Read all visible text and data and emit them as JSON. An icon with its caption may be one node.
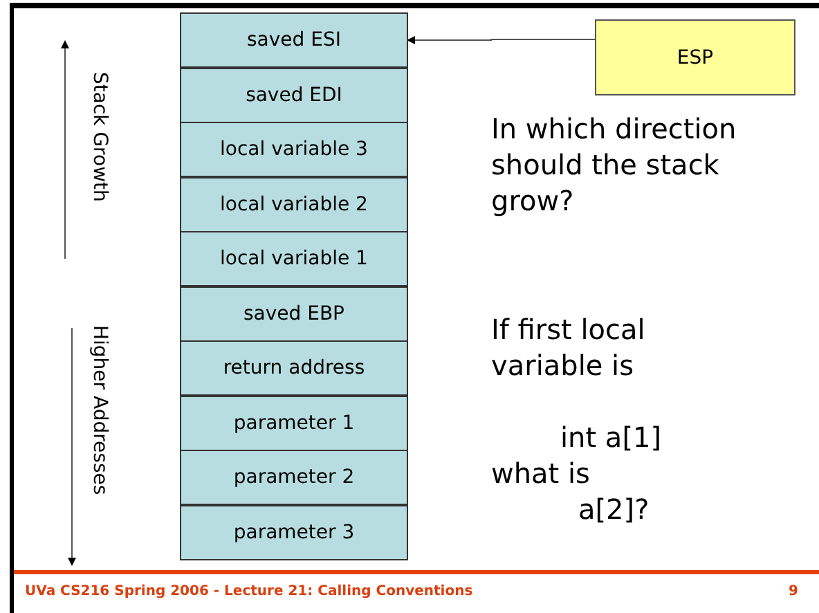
{
  "diagram": {
    "nodes": [
      {
        "text": [
          "saved ESI"
        ]
      },
      {
        "text": [
          "saved EDI"
        ]
      },
      {
        "text": [
          "local variable 3"
        ]
      },
      {
        "text": [
          "local variable 2"
        ]
      },
      {
        "text": [
          "local variable 1"
        ]
      },
      {
        "text": [
          "saved EBP"
        ]
      },
      {
        "text": [
          "return address"
        ]
      },
      {
        "text": [
          "parameter 1"
        ]
      },
      {
        "text": [
          "parameter 2"
        ]
      },
      {
        "text": [
          "parameter 3"
        ]
      },
      {
        "text": [
          "ESP"
        ]
      }
    ],
    "edges": [
      {
        "from": 10,
        "to": 0,
        "arrow": "to"
      }
    ],
    "labels": [
      "Stack Growth",
      "Higher Addresses",
      "In which direction should the stack grow?",
      "If first local variable is",
      "int a[1]",
      "what is",
      "a[2]?",
      "UVa CS216 Spring 2006 - Lecture 21: Calling Conventions",
      "9"
    ]
  }
}
